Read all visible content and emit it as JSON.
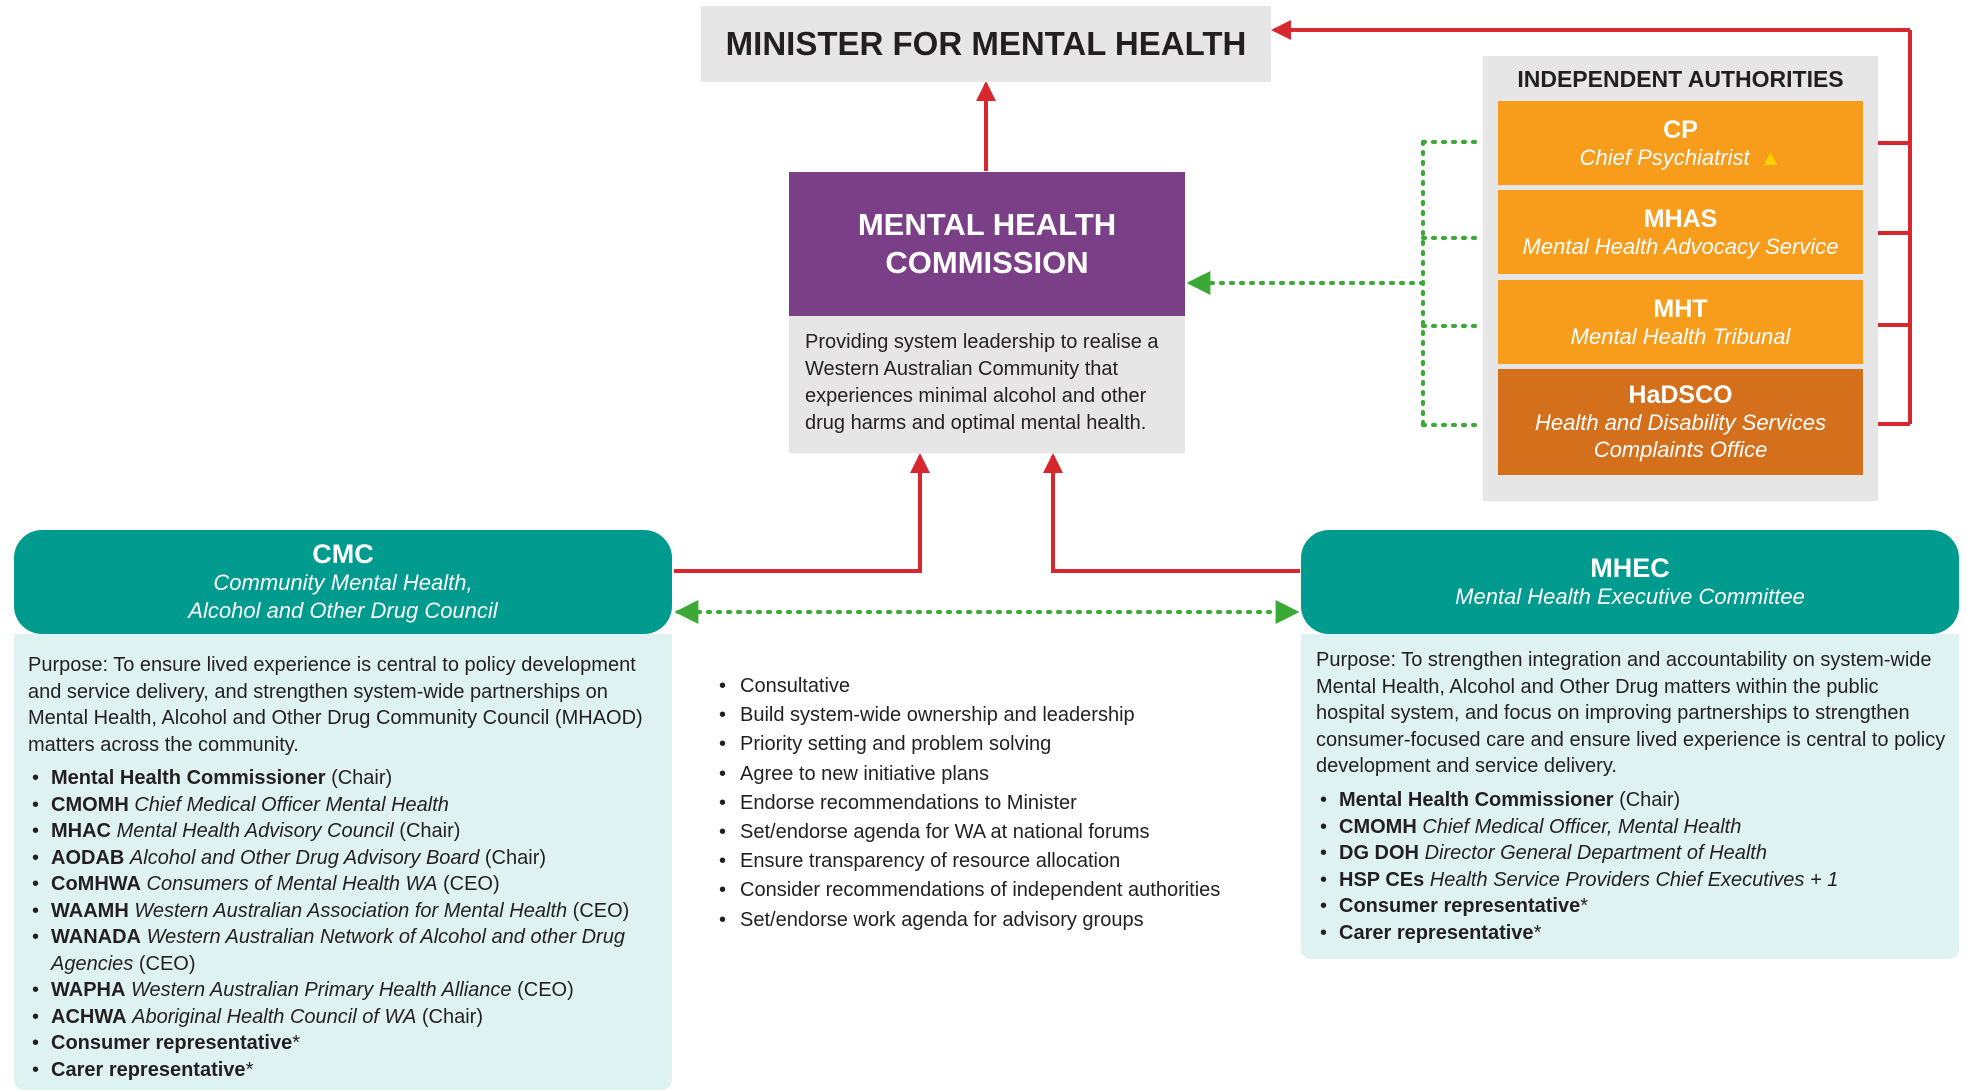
{
  "colors": {
    "minister_bg": "#e6e6e7",
    "commission_purple": "#7a3f86",
    "authority_orange": "#f89c1c",
    "authority_dark_orange": "#d4701c",
    "council_teal": "#009b8f",
    "council_light_teal": "#def3f1",
    "accountability_red": "#d7282f",
    "advisory_green": "#3aaa35"
  },
  "minister": {
    "title": "MINISTER FOR MENTAL HEALTH"
  },
  "commission": {
    "title": "MENTAL HEALTH COMMISSION",
    "description": "Providing system leadership to realise a Western Australian Community that experiences minimal alcohol and other drug harms and optimal mental health."
  },
  "independent_authorities": {
    "title": "INDEPENDENT AUTHORITIES",
    "items": [
      {
        "code": "CP",
        "name": "Chief Psychiatrist",
        "icon": "warning-triangle-icon"
      },
      {
        "code": "MHAS",
        "name": "Mental Health Advocacy Service"
      },
      {
        "code": "MHT",
        "name": "Mental Health Tribunal"
      },
      {
        "code": "HaDSCO",
        "name": "Health and Disability Services Complaints Office"
      }
    ]
  },
  "cmc": {
    "code": "CMC",
    "name_line1": "Community Mental Health,",
    "name_line2": "Alcohol and Other Drug Council",
    "purpose": "Purpose: To ensure lived experience is central to policy development and service delivery, and strengthen system-wide partnerships on Mental Health, Alcohol and Other Drug Community Council (MHAOD) matters across the community.",
    "members": [
      {
        "abbr": "Mental Health Commissioner",
        "full": "",
        "role": " (Chair)"
      },
      {
        "abbr": "CMOMH",
        "full": "Chief Medical Officer Mental Health",
        "role": ""
      },
      {
        "abbr": "MHAC",
        "full": "Mental Health Advisory Council",
        "role": " (Chair)"
      },
      {
        "abbr": "AODAB",
        "full": "Alcohol and Other Drug Advisory Board",
        "role": " (Chair)"
      },
      {
        "abbr": "CoMHWA",
        "full": "Consumers of Mental Health WA",
        "role": " (CEO)"
      },
      {
        "abbr": "WAAMH",
        "full": "Western Australian Association for Mental Health",
        "role": " (CEO)"
      },
      {
        "abbr": "WANADA",
        "full": "Western Australian Network of Alcohol and other Drug Agencies",
        "role": " (CEO)"
      },
      {
        "abbr": "WAPHA",
        "full": "Western Australian Primary Health Alliance",
        "role": " (CEO)"
      },
      {
        "abbr": "ACHWA",
        "full": "Aboriginal Health Council of WA",
        "role": " (Chair)"
      },
      {
        "abbr": "Consumer representative",
        "full": "",
        "role": "*"
      },
      {
        "abbr": "Carer representative",
        "full": "",
        "role": "*"
      }
    ]
  },
  "mhec": {
    "code": "MHEC",
    "name": "Mental Health Executive Committee",
    "purpose": "Purpose: To strengthen integration and accountability on system-wide Mental Health, Alcohol and Other Drug matters within the public hospital system, and focus on improving partnerships to strengthen consumer-focused care and ensure lived experience is central to policy development and service delivery.",
    "members": [
      {
        "abbr": "Mental Health Commissioner",
        "full": "",
        "role": " (Chair)"
      },
      {
        "abbr": "CMOMH",
        "full": "Chief Medical Officer, Mental Health",
        "role": ""
      },
      {
        "abbr": "DG DOH",
        "full": "Director General Department of Health",
        "role": ""
      },
      {
        "abbr": "HSP CEs",
        "full": "Health Service Providers Chief Executives + 1",
        "role": ""
      },
      {
        "abbr": "Consumer representative",
        "full": "",
        "role": "*"
      },
      {
        "abbr": "Carer representative",
        "full": "",
        "role": "*"
      }
    ]
  },
  "shared_roles": [
    "Consultative",
    "Build system-wide ownership and leadership",
    "Priority setting and problem solving",
    "Agree to new initiative plans",
    "Endorse recommendations to Minister",
    "Set/endorse agenda for WA at national forums",
    "Ensure transparency of resource allocation",
    "Consider recommendations of independent authorities",
    "Set/endorse work agenda for advisory groups"
  ]
}
